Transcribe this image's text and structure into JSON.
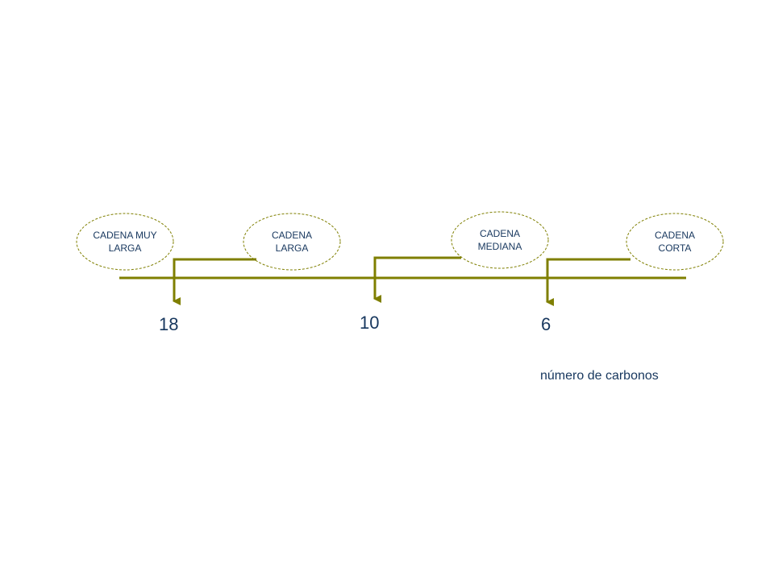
{
  "colors": {
    "line": "#7f7f00",
    "ellipse_border": "#7f7f00",
    "text": "#17375e"
  },
  "categories": [
    {
      "line1": "CADENA MUY",
      "line2": "LARGA"
    },
    {
      "line1": "CADENA",
      "line2": "LARGA"
    },
    {
      "line1": "CADENA",
      "line2": "MEDIANA"
    },
    {
      "line1": "CADENA",
      "line2": "CORTA"
    }
  ],
  "markers": [
    {
      "value": "18"
    },
    {
      "value": "10"
    },
    {
      "value": "6"
    }
  ],
  "caption": "número de carbonos"
}
